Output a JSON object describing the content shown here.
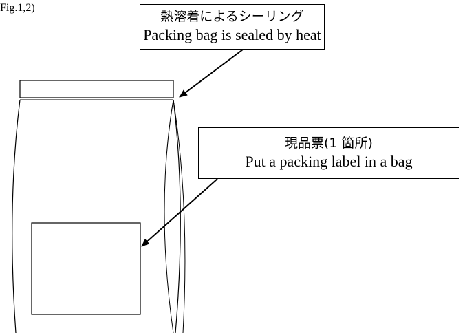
{
  "figure_ref": "Fig.1,2)",
  "callouts": {
    "seal": {
      "ja": "熱溶着によるシーリング",
      "en": "Packing bag is sealed by heat"
    },
    "label": {
      "ja": "現品票(1 箇所)",
      "en": "Put a packing label in a bag"
    }
  },
  "colors": {
    "line": "#000000",
    "background": "#ffffff"
  }
}
